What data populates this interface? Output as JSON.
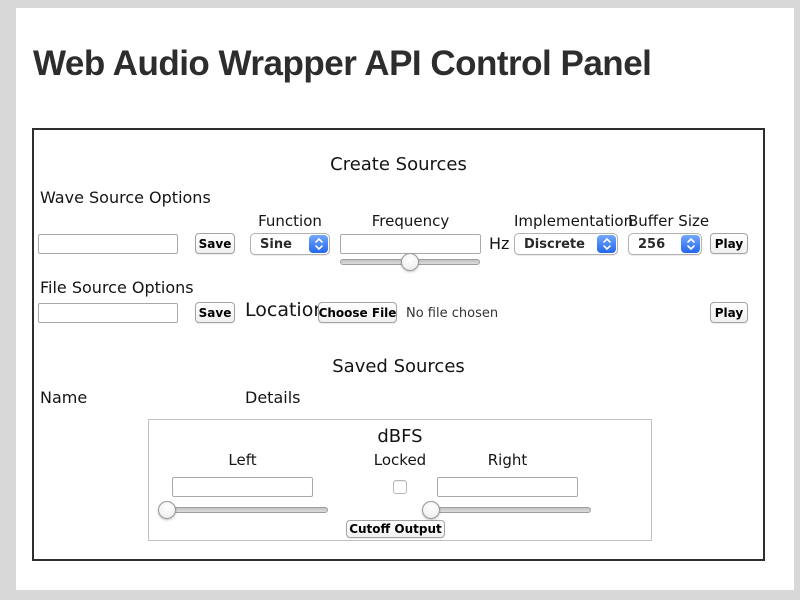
{
  "title": "Web Audio Wrapper API Control Panel",
  "create_sources": {
    "heading": "Create Sources",
    "wave": {
      "label": "Wave Source Options",
      "name_value": "",
      "save_label": "Save",
      "function_label": "Function",
      "function_value": "Sine",
      "frequency_label": "Frequency",
      "frequency_value": "",
      "frequency_unit": "Hz",
      "frequency_slider_percent": 50,
      "implementation_label": "Implementation",
      "implementation_value": "Discrete",
      "buffer_size_label": "Buffer Size",
      "buffer_size_value": "256",
      "play_label": "Play"
    },
    "file": {
      "label": "File Source Options",
      "name_value": "",
      "save_label": "Save",
      "location_label": "Location",
      "choose_file_label": "Choose File",
      "file_status": "No file chosen",
      "play_label": "Play"
    }
  },
  "saved_sources": {
    "heading": "Saved Sources",
    "name_header": "Name",
    "details_header": "Details",
    "dbfs": {
      "heading": "dBFS",
      "left_label": "Left",
      "locked_label": "Locked",
      "right_label": "Right",
      "left_value": "",
      "right_value": "",
      "locked_checked": false,
      "left_slider_percent": 0,
      "right_slider_percent": 0,
      "cutoff_label": "Cutoff Output"
    }
  },
  "colors": {
    "background": "#d8d8d8",
    "box_border": "#2e2e2e",
    "select_accent": "#2f7ef3"
  }
}
